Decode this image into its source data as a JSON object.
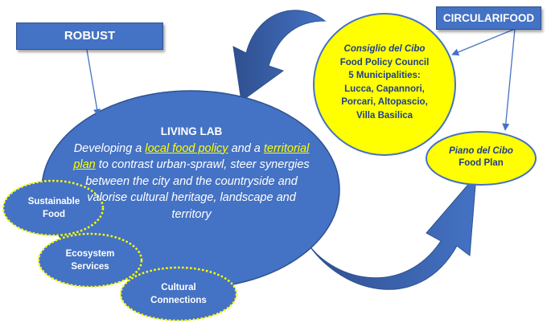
{
  "robust": {
    "label": "ROBUST"
  },
  "circularifood": {
    "label": "CIRCULARIFOOD"
  },
  "living_lab": {
    "title": "LIVING LAB",
    "text_1": "Developing a ",
    "highlight_1": "local food policy",
    "text_2": " and a ",
    "highlight_2": "territorial plan",
    "text_3": " to contrast urban-sprawl, steer synergies between the city and the countryside and valorise cultural heritage, landscape and territory"
  },
  "consiglio": {
    "title": "Consiglio del Cibo",
    "line_1": "Food Policy Council",
    "line_2": "5 Municipalities:",
    "line_3": "Lucca, Capannori,",
    "line_4": "Porcari, Altopascio,",
    "line_5": "Villa Basilica"
  },
  "piano": {
    "title": "Piano del Cibo",
    "subtitle": "Food Plan"
  },
  "sub_nodes": {
    "sustainable_1": "Sustainable",
    "sustainable_2": "Food",
    "ecosystem_1": "Ecosystem",
    "ecosystem_2": "Services",
    "cultural_1": "Cultural",
    "cultural_2": "Connections"
  },
  "colors": {
    "blue": "#4472c4",
    "dark_blue": "#2f528f",
    "yellow": "#ffff00",
    "navy_text": "#1f3f8c"
  }
}
